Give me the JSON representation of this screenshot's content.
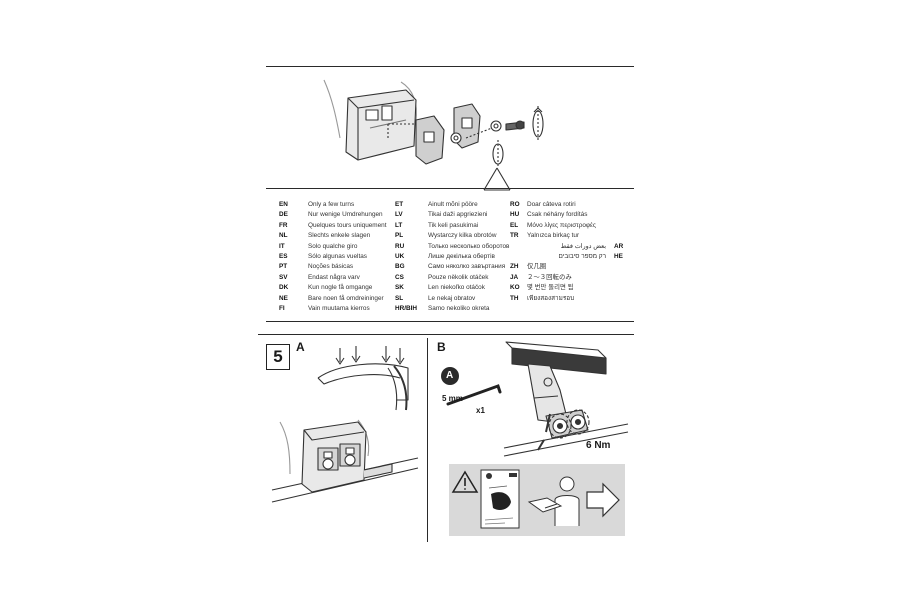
{
  "languages": {
    "col1": [
      {
        "code": "EN",
        "text": "Only a few turns"
      },
      {
        "code": "DE",
        "text": "Nur wenige Umdrehungen"
      },
      {
        "code": "FR",
        "text": "Quelques tours uniquement"
      },
      {
        "code": "NL",
        "text": "Slechts enkele slagen"
      },
      {
        "code": "IT",
        "text": "Solo qualche giro"
      },
      {
        "code": "ES",
        "text": "Sólo algunas vueltas"
      },
      {
        "code": "PT",
        "text": "Noções básicas"
      },
      {
        "code": "SV",
        "text": "Endast några varv"
      },
      {
        "code": "DK",
        "text": "Kun nogle få omgange"
      },
      {
        "code": "NE",
        "text": "Bare noen få omdreininger"
      },
      {
        "code": "FI",
        "text": "Vain muutama kierros"
      }
    ],
    "col2": [
      {
        "code": "ET",
        "text": "Ainult mõni pööre"
      },
      {
        "code": "LV",
        "text": "Tikai daži apgriezieni"
      },
      {
        "code": "LT",
        "text": "Tik keli pasukimai"
      },
      {
        "code": "PL",
        "text": "Wystarczy kilka obrotów"
      },
      {
        "code": "RU",
        "text": "Только несколько оборотов"
      },
      {
        "code": "UK",
        "text": "Лише декілька обертів"
      },
      {
        "code": "BG",
        "text": "Само няколко завъртания"
      },
      {
        "code": "CS",
        "text": "Pouze několik otáček"
      },
      {
        "code": "SK",
        "text": "Len niekoľko otáčok"
      },
      {
        "code": "SL",
        "text": "Le nekaj obratov"
      },
      {
        "code": "HR/BIH",
        "text": "Samo nekoliko okreta"
      }
    ],
    "col3": [
      {
        "code": "RO",
        "text": "Doar câteva rotiri"
      },
      {
        "code": "HU",
        "text": "Csak néhány fordítás"
      },
      {
        "code": "EL",
        "text": "Μόνο λίγες περιστροφές"
      },
      {
        "code": "TR",
        "text": "Yalnızca birkaç tur"
      }
    ],
    "rtl": [
      {
        "code": "AR",
        "text": "بعض دورات فقط"
      },
      {
        "code": "HE",
        "text": "רק מספר סיבובים"
      }
    ],
    "col3b": [
      {
        "code": "ZH",
        "text": "仅几圈"
      },
      {
        "code": "JA",
        "text": "２～３回転のみ"
      },
      {
        "code": "KO",
        "text": "몇 번만 돌리면 됨"
      },
      {
        "code": "TH",
        "text": "เพียงสองสามรอบ"
      }
    ]
  },
  "step": {
    "number": "5",
    "panel_a": "A",
    "panel_b": "B",
    "tool_badge": "A",
    "tool_size": "5 mm",
    "tool_qty": "x1",
    "torque": "6 Nm"
  }
}
